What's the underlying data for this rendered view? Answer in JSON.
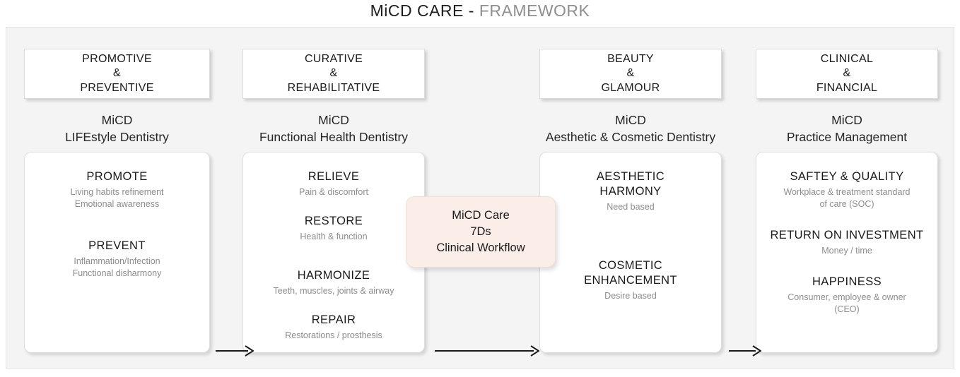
{
  "title": {
    "main": "MiCD CARE - ",
    "sub": "FRAMEWORK"
  },
  "colors": {
    "page_background": "#ffffff",
    "frame_background": "#f4f4f4",
    "card_background": "#ffffff",
    "callout_background": "#fbeee8",
    "title_main": "#1d1d1d",
    "title_sub": "#8f8f8f",
    "subtext": "#8d8d8d",
    "arrow": "#1a1a1a"
  },
  "columns": [
    {
      "category": {
        "line1": "PROMOTIVE",
        "line2": "&",
        "line3": "PREVENTIVE"
      },
      "caption": {
        "line1": "MiCD",
        "line2": "LIFEstyle Dentistry"
      },
      "items": [
        {
          "title": "PROMOTE",
          "sub": "Living habits refinement\nEmotional awareness"
        },
        {
          "title": "PREVENT",
          "sub": "Inflammation/Infection\nFunctional disharmony"
        }
      ]
    },
    {
      "category": {
        "line1": "CURATIVE",
        "line2": "&",
        "line3": "REHABILITATIVE"
      },
      "caption": {
        "line1": "MiCD",
        "line2": "Functional Health Dentistry"
      },
      "items": [
        {
          "title": "RELIEVE",
          "sub": "Pain & discomfort"
        },
        {
          "title": "RESTORE",
          "sub": "Health & function"
        },
        {
          "title": "HARMONIZE",
          "sub": "Teeth, muscles, joints & airway"
        },
        {
          "title": "REPAIR",
          "sub": "Restorations / prosthesis"
        }
      ]
    },
    {
      "category": {
        "line1": "BEAUTY",
        "line2": "&",
        "line3": "GLAMOUR"
      },
      "caption": {
        "line1": "MiCD",
        "line2": "Aesthetic & Cosmetic Dentistry"
      },
      "items": [
        {
          "title": "AESTHETIC\nHARMONY",
          "sub": "Need based"
        },
        {
          "title": "COSMETIC\nENHANCEMENT",
          "sub": "Desire based"
        }
      ]
    },
    {
      "category": {
        "line1": "CLINICAL",
        "line2": "&",
        "line3": "FINANCIAL"
      },
      "caption": {
        "line1": "MiCD",
        "line2": "Practice Management"
      },
      "items": [
        {
          "title": "SAFTEY & QUALITY",
          "sub": "Workplace & treatment standard\nof care (SOC)"
        },
        {
          "title": "RETURN ON INVESTMENT",
          "sub": "Money / time"
        },
        {
          "title": "HAPPINESS",
          "sub": "Consumer, employee  & owner\n(CEO)"
        }
      ]
    }
  ],
  "callout": {
    "line1": "MiCD Care",
    "line2": "7Ds",
    "line3": "Clinical Workflow"
  },
  "arrows": [
    {
      "name": "arrow-col1-to-col2"
    },
    {
      "name": "arrow-col2-to-col3"
    },
    {
      "name": "arrow-col3-to-col4"
    }
  ]
}
